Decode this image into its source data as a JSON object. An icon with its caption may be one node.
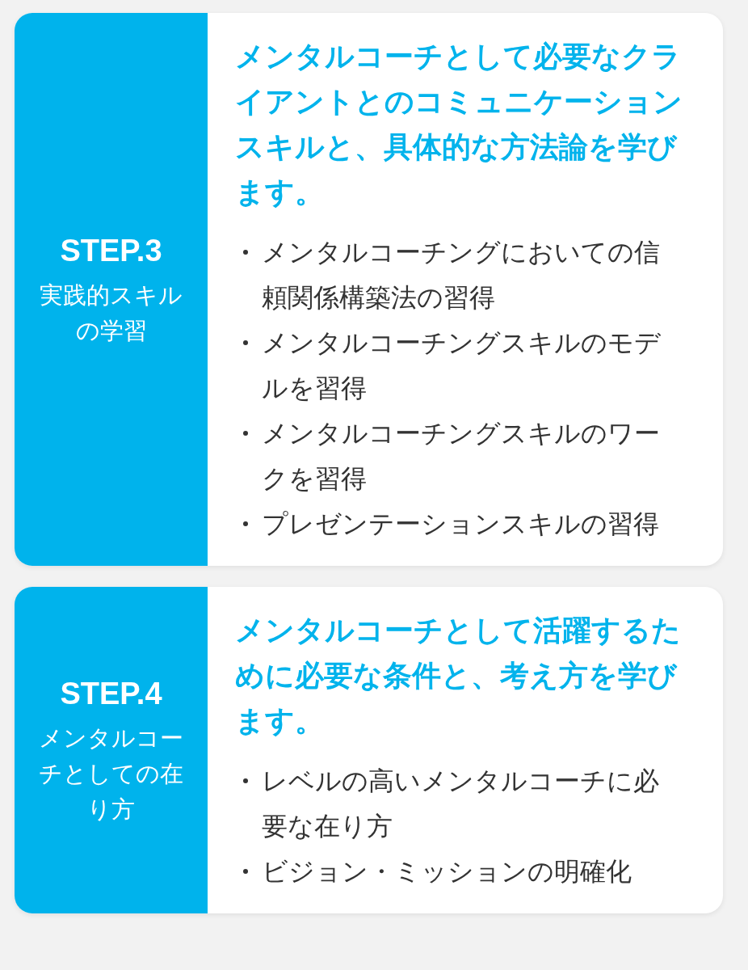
{
  "diagram": {
    "nodes": [
      {
        "text": [],
        "shape": "box"
      },
      {
        "text": [
          "STEP.3",
          "実践的スキルの学習"
        ],
        "in": 0
      },
      {
        "text": [
          "メンタルコーチとして必要なクライアントとのコミュニケーションスキルと、具体的な方法論を学びます。",
          "メンタルコーチングにおいての信頼関係構築法の習得",
          "メンタルコーチングスキルのモデルを習得",
          "メンタルコーチングスキルのワークを習得",
          "プレゼンテーションスキルの習得"
        ],
        "in": 0
      },
      {
        "text": [],
        "shape": "box"
      },
      {
        "text": [
          "STEP.4",
          "メンタルコーチとしての在り方"
        ],
        "in": 3
      },
      {
        "text": [
          "メンタルコーチとして活躍するために必要な条件と、考え方を学びます。",
          "レベルの高いメンタルコーチに必要な在り方",
          "ビジョン・ミッションの明確化"
        ],
        "in": 3
      }
    ],
    "edges": []
  }
}
